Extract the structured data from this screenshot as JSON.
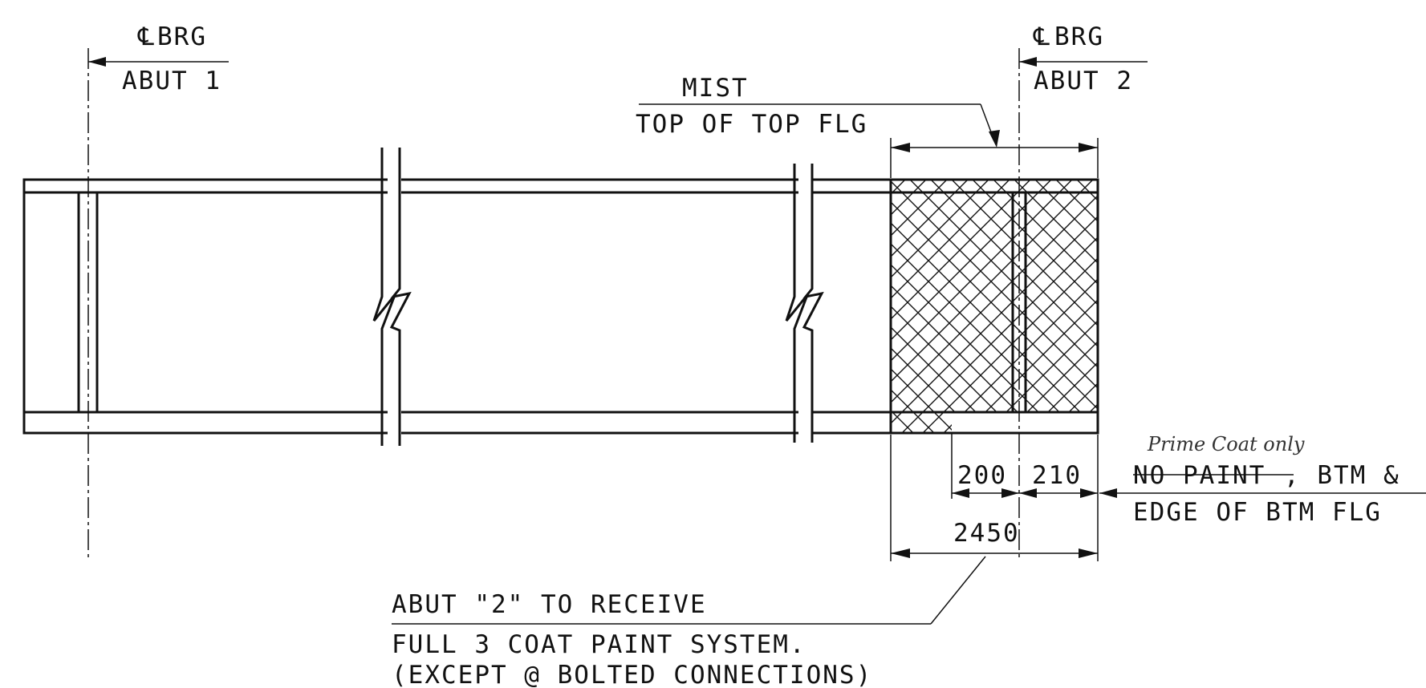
{
  "labels": {
    "cl_brg_left": "BRG",
    "abut1": "ABUT 1",
    "cl_brg_right": "BRG",
    "abut2": "ABUT 2",
    "mist": "MIST",
    "top_of_top_flg": "TOP OF TOP FLG",
    "dim_200": "200",
    "dim_210": "210",
    "dim_2450": "2450",
    "handwritten_note": "Prime Coat only",
    "no_paint_struck": "NO PAINT",
    "no_paint_rest": ", BTM &",
    "edge_btm_flg": "EDGE OF BTM FLG",
    "abut2_receive": "ABUT \"2\" TO RECEIVE",
    "full_3_coat": "FULL 3 COAT PAINT SYSTEM.",
    "except_bolted": "(EXCEPT @ BOLTED CONNECTIONS)"
  },
  "symbols": {
    "centerline_glyph": "℄"
  }
}
